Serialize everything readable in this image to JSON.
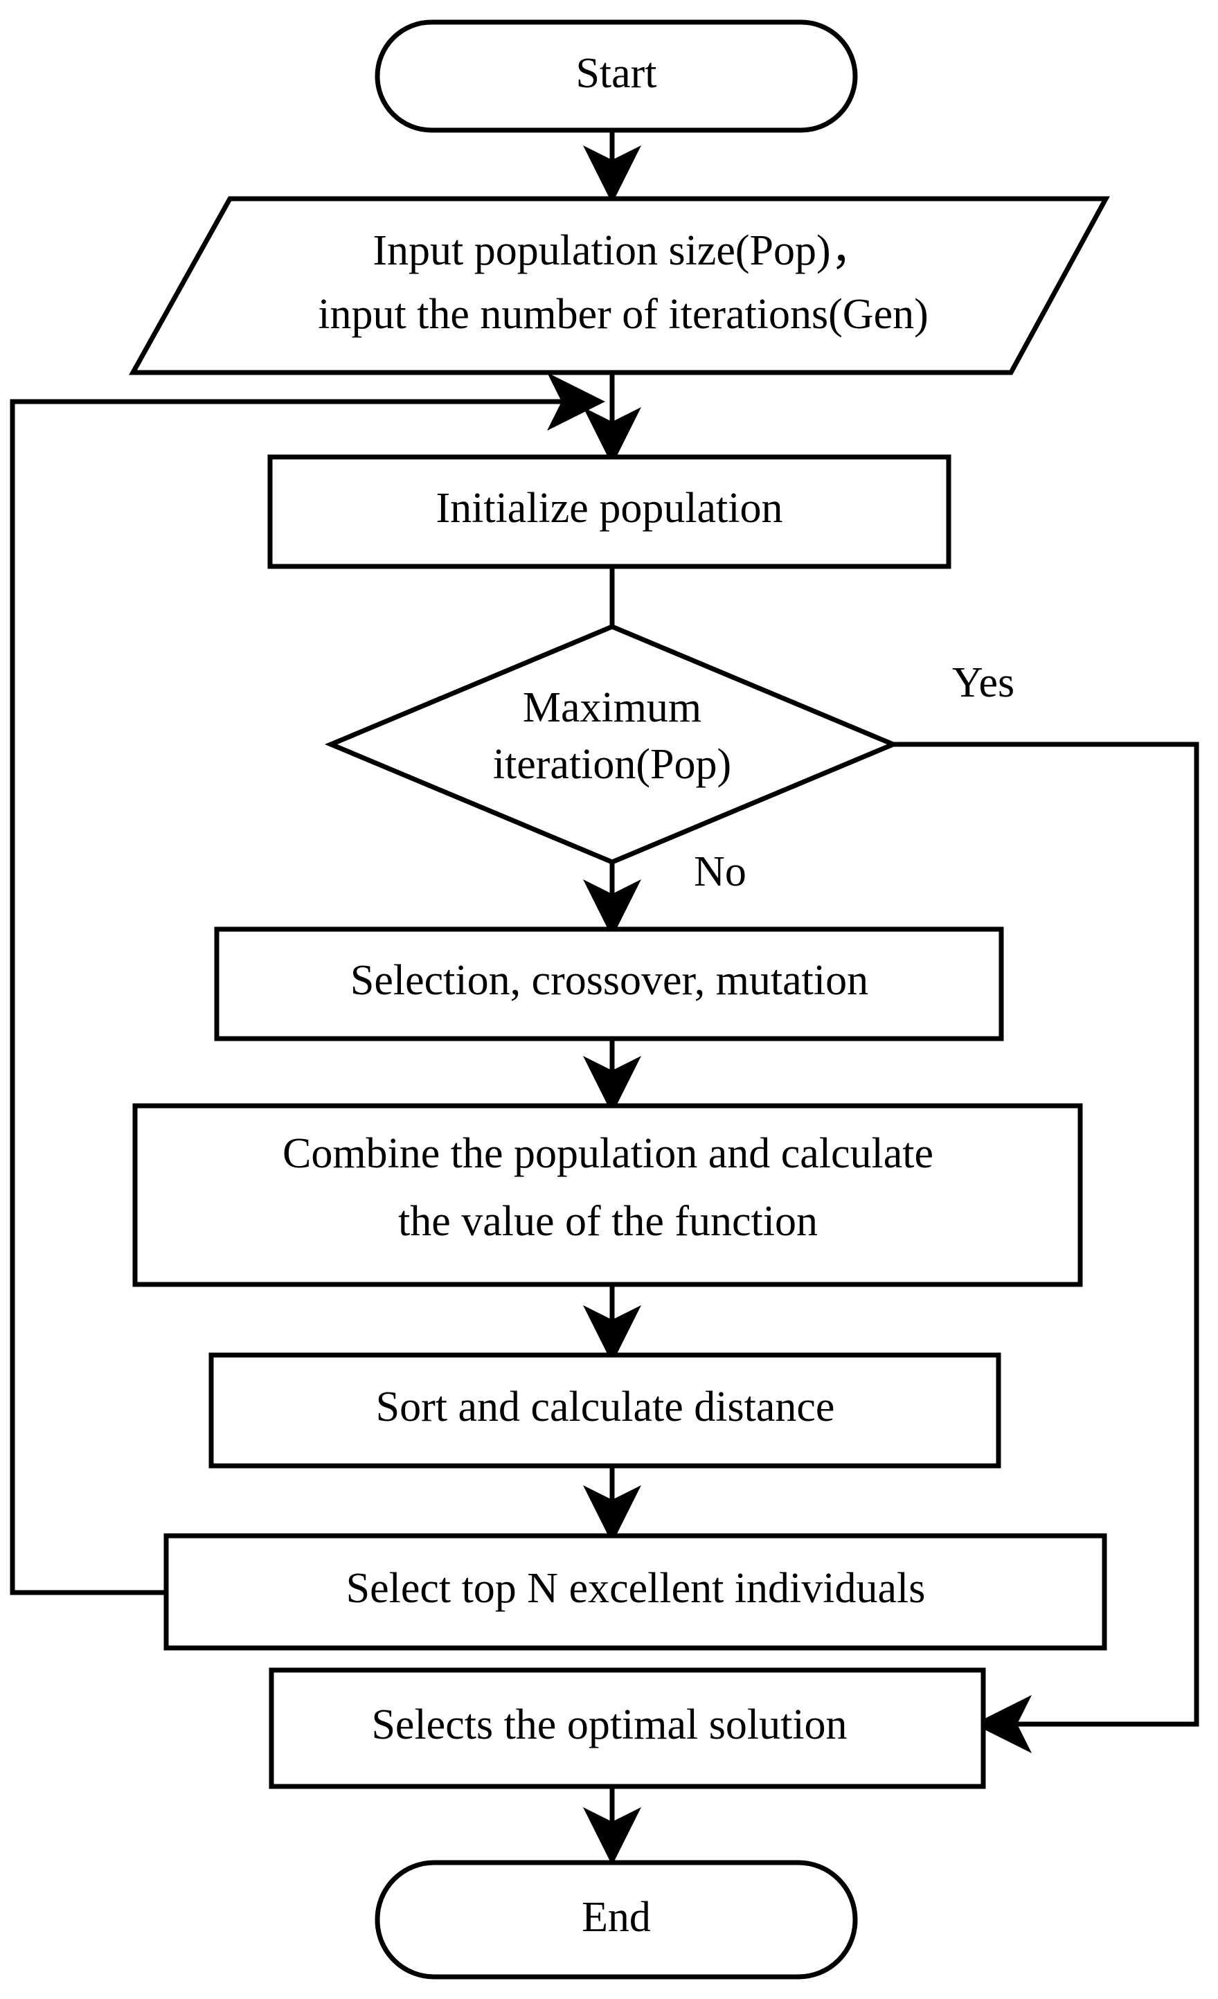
{
  "diagram": {
    "title": "Genetic algorithm flowchart",
    "type": "flowchart",
    "stroke_color": "#000000",
    "fill_color": "#ffffff",
    "background": "#ffffff",
    "nodes": [
      {
        "id": "start",
        "shape": "terminator",
        "label": "Start"
      },
      {
        "id": "input",
        "shape": "parallelogram",
        "label_line1": "Input population size(Pop)，",
        "label_line2": "input the number of iterations(Gen)"
      },
      {
        "id": "init",
        "shape": "process",
        "label": "Initialize population"
      },
      {
        "id": "decision",
        "shape": "decision",
        "label_line1": "Maximum",
        "label_line2": "iteration(Pop)"
      },
      {
        "id": "scm",
        "shape": "process",
        "label": "Selection, crossover, mutation"
      },
      {
        "id": "combine",
        "shape": "process",
        "label_line1": "Combine the population and calculate",
        "label_line2": "the value of the function"
      },
      {
        "id": "sort",
        "shape": "process",
        "label": "Sort and calculate distance"
      },
      {
        "id": "selecttop",
        "shape": "process",
        "label": "Select top N excellent individuals"
      },
      {
        "id": "optimal",
        "shape": "process",
        "label": "Selects the optimal solution"
      },
      {
        "id": "end",
        "shape": "terminator",
        "label": "End"
      }
    ],
    "edge_labels": {
      "yes": "Yes",
      "no": "No"
    },
    "edges": [
      {
        "from": "start",
        "to": "input",
        "label": ""
      },
      {
        "from": "input",
        "to": "init",
        "label": ""
      },
      {
        "from": "init",
        "to": "decision",
        "label": ""
      },
      {
        "from": "decision",
        "to": "optimal",
        "label": "Yes"
      },
      {
        "from": "decision",
        "to": "scm",
        "label": "No"
      },
      {
        "from": "scm",
        "to": "combine",
        "label": ""
      },
      {
        "from": "combine",
        "to": "sort",
        "label": ""
      },
      {
        "from": "sort",
        "to": "selecttop",
        "label": ""
      },
      {
        "from": "selecttop",
        "to": "init",
        "label": ""
      },
      {
        "from": "optimal",
        "to": "end",
        "label": ""
      }
    ]
  }
}
